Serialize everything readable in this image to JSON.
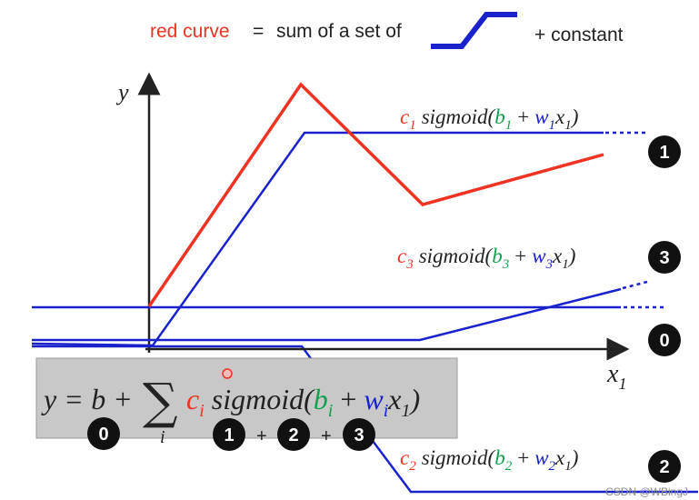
{
  "header": {
    "red_curve": "red curve",
    "equals": "=",
    "sum_of_set": "sum of a set of",
    "plus_constant": "+ constant"
  },
  "axes": {
    "y_label": "y",
    "x_label": "x",
    "x_sub": "1"
  },
  "labels": {
    "l1": {
      "c": "c",
      "c_sub": "1",
      "fn": "sigmoid(",
      "b": "b",
      "b_sub": "1",
      "plus": "+",
      "w": "w",
      "w_sub": "1",
      "x": "x",
      "x_sub": "1",
      "close": ")"
    },
    "l3": {
      "c": "c",
      "c_sub": "3",
      "fn": "sigmoid(",
      "b": "b",
      "b_sub": "3",
      "plus": "+",
      "w": "w",
      "w_sub": "3",
      "x": "x",
      "x_sub": "1",
      "close": ")"
    },
    "l2": {
      "c": "c",
      "c_sub": "2",
      "fn": "sigmoid(",
      "b": "b",
      "b_sub": "2",
      "plus": "+",
      "w": "w",
      "w_sub": "2",
      "x": "x",
      "x_sub": "1",
      "close": ")"
    }
  },
  "badges": {
    "one": "1",
    "three": "3",
    "zero": "0",
    "two": "2"
  },
  "formula": {
    "y": "y",
    "eq": "=",
    "b": "b",
    "plus1": "+",
    "sum": "∑",
    "sum_index": "i",
    "c": "c",
    "c_sub": "i",
    "fn": "sigmoid(",
    "bi": "b",
    "bi_sub": "i",
    "plus2": "+",
    "w": "w",
    "w_sub": "i",
    "x": "x",
    "x_sub": "1",
    "close": ")",
    "badge_zero": "0",
    "badge_one": "1",
    "plus_a": "+",
    "badge_two": "2",
    "plus_b": "+",
    "badge_three": "3"
  },
  "watermark": "CSDN @WBingJ",
  "colors": {
    "red": "#ee3322",
    "blue": "#1a22cc",
    "green": "#15a050",
    "dark": "#222222",
    "formula_bg": "#c8c8c8"
  }
}
